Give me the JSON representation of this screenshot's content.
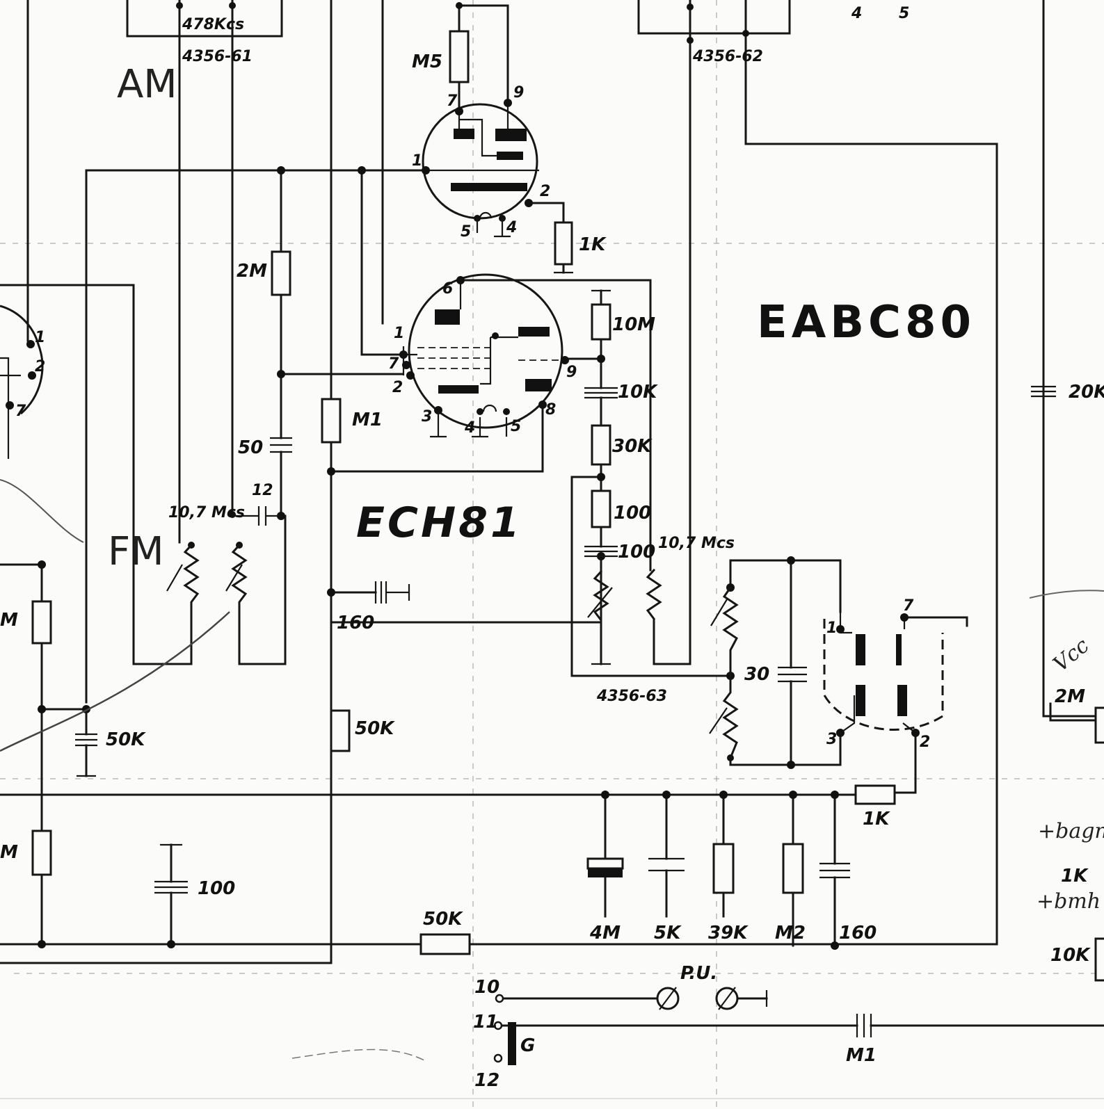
{
  "tubes": {
    "mixer": "ECH81",
    "detector": "EABC80"
  },
  "handwritten": {
    "am": "AM",
    "fm": "FM",
    "note_tuning": "+bagn",
    "note_1k": "1K",
    "note_bottom": "+bmh",
    "note_vcc": "Vcc"
  },
  "frequencies": {
    "am_if": "478Kcs",
    "fm_if_left": "10,7 Mcs",
    "fm_if_right": "10,7 Mcs"
  },
  "transformers": {
    "t61": "4356-61",
    "t62": "4356-62",
    "t63": "4356-63"
  },
  "components": {
    "m5": "M5",
    "r1k_top": "1K",
    "r2m": "2M",
    "r10m": "10M",
    "c10k": "10K",
    "r30k": "30K",
    "r100": "100",
    "c100_mid": "100",
    "m1_res": "M1",
    "c50": "50",
    "c12": "12",
    "c160_left": "160",
    "r50k_mid": "50K",
    "c50k_left": "50K",
    "c30": "30",
    "r1k_bottom": "1K",
    "c4m": "4M",
    "c5k": "5K",
    "r39k": "39K",
    "rm2": "M2",
    "c160_right": "160",
    "c100_bottom": "100",
    "r50k_bottom": "50K",
    "cm1": "M1",
    "c20k": "20K",
    "r2m_right": "2M",
    "r10k_right": "10K",
    "rm_left_a": "M",
    "rm_left_b": "M"
  },
  "pins": {
    "ech81": [
      "6",
      "1",
      "7",
      "2",
      "3",
      "4",
      "5",
      "8",
      "9"
    ],
    "top_tube": [
      "7",
      "9",
      "1",
      "2",
      "5",
      "4"
    ],
    "eabc80": [
      "1",
      "7",
      "3",
      "2"
    ],
    "left_tube": [
      "1",
      "2",
      "7"
    ],
    "top_right": [
      "4",
      "5"
    ]
  },
  "terminals": {
    "t10": "10",
    "t11": "11",
    "t12": "12",
    "pu": "P.U.",
    "g": "G"
  }
}
